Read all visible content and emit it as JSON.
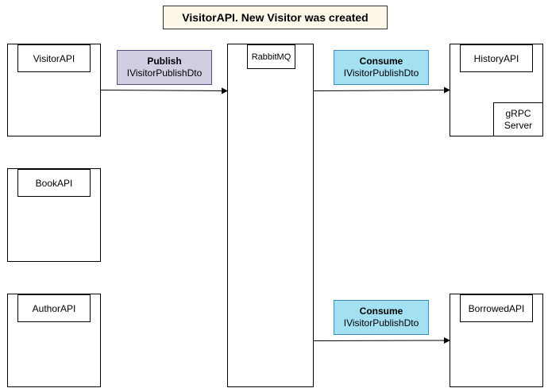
{
  "diagram": {
    "title": "VisitorAPI. New Visitor was created",
    "services": {
      "visitor_api": "VisitorAPI",
      "book_api": "BookAPI",
      "author_api": "AuthorAPI",
      "rabbitmq": "RabbitMQ",
      "history_api": "HistoryAPI",
      "borrowed_api": "BorrowedAPI"
    },
    "grpc_server": {
      "line1": "gRPC",
      "line2": "Server"
    },
    "messages": {
      "publish": {
        "verb": "Publish",
        "dto": "IVisitorPublishDto"
      },
      "consume_history": {
        "verb": "Consume",
        "dto": "IVisitorPublishDto"
      },
      "consume_borrowed": {
        "verb": "Consume",
        "dto": "IVisitorPublishDto"
      }
    },
    "colors": {
      "title_fill": "#fdf8ea",
      "publish_fill": "#d0cee2",
      "consume_fill": "#a3e0f2"
    }
  }
}
